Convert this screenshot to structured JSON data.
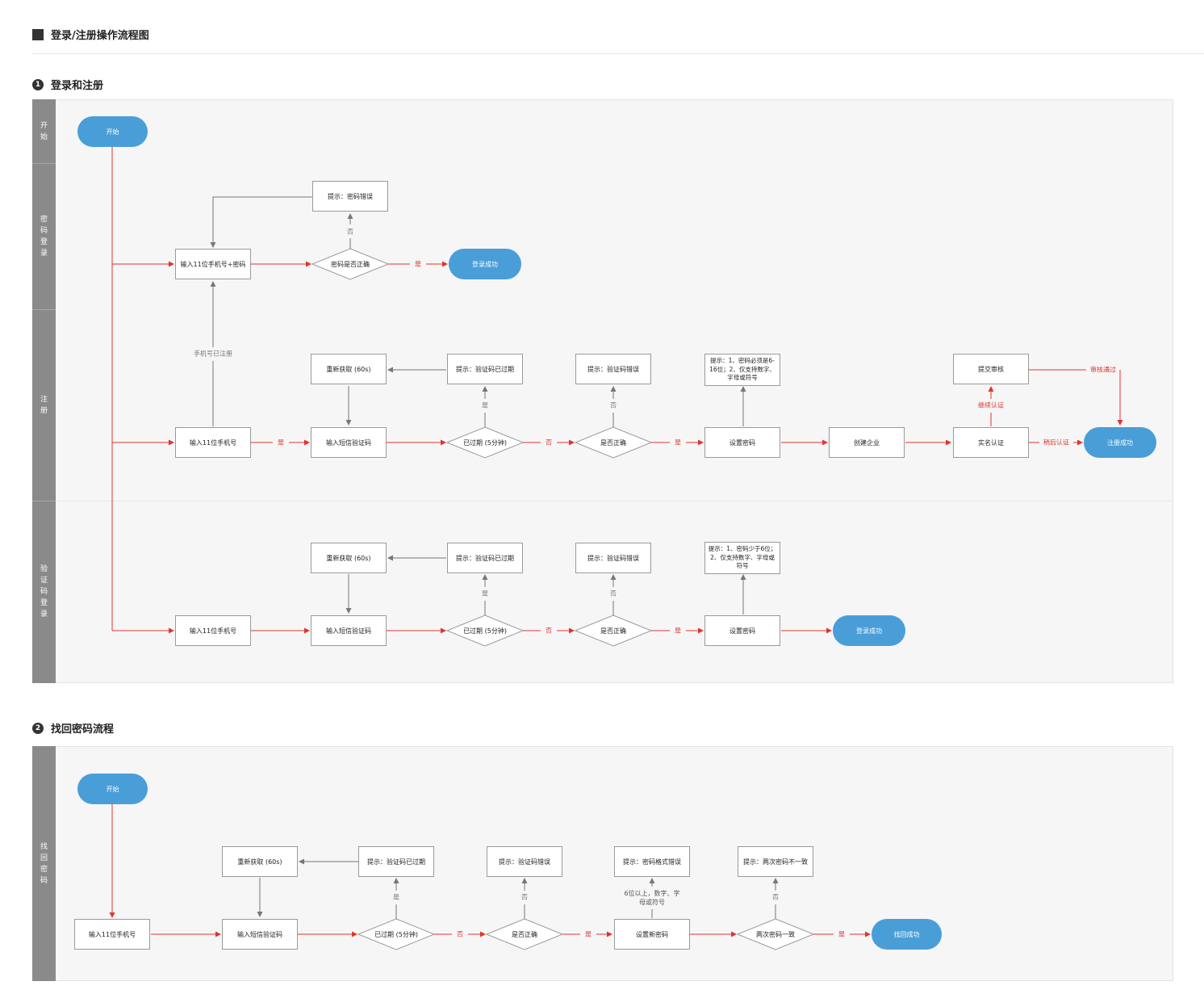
{
  "page_title": "登录/注册操作流程图",
  "sections": [
    {
      "num": "1",
      "title": "登录和注册"
    },
    {
      "num": "2",
      "title": "找回密码流程"
    }
  ],
  "lanes": {
    "start": "开始",
    "password_login": "密码登录",
    "register": "注册",
    "code_login": "验证码登录",
    "recover": "找回密码"
  },
  "nodes": {
    "s1_start": "开始",
    "pw_error_tip": "提示：密码错误",
    "pw_input": "输入11位手机号+密码",
    "pw_check": "密码是否正确",
    "login_success_1": "登录成功",
    "reg_resend": "重新获取 (60s)",
    "reg_expired_tip": "提示：验证码已过期",
    "reg_code_err_tip": "提示：验证码错误",
    "reg_pw_tip": "提示：1、密码必须是6-16位；2、仅支持数字、字母或符号",
    "reg_submit": "提交审核",
    "reg_phone": "输入11位手机号",
    "reg_sms": "输入短信验证码",
    "reg_expired": "已过期 (5分钟)",
    "reg_correct": "是否正确",
    "reg_setpw": "设置密码",
    "reg_company": "创建企业",
    "reg_realname": "实名认证",
    "reg_success": "注册成功",
    "cl_resend": "重新获取 (60s)",
    "cl_expired_tip": "提示：验证码已过期",
    "cl_code_err_tip": "提示：验证码错误",
    "cl_pw_tip": "提示：1、密码少于6位；2、仅支持数字、字母或符号",
    "cl_phone": "输入11位手机号",
    "cl_sms": "输入短信验证码",
    "cl_expired": "已过期 (5分钟)",
    "cl_correct": "是否正确",
    "cl_setpw": "设置密码",
    "login_success_2": "登录成功",
    "s2_start": "开始",
    "rc_resend": "重新获取 (60s)",
    "rc_expired_tip": "提示：验证码已过期",
    "rc_code_err_tip": "提示：验证码错误",
    "rc_fmt_tip": "提示：密码格式错误",
    "rc_mismatch_tip": "提示：两次密码不一致",
    "rc_phone": "输入11位手机号",
    "rc_sms": "输入短信验证码",
    "rc_expired": "已过期 (5分钟)",
    "rc_correct": "是否正确",
    "rc_newpw": "设置新密码",
    "rc_same": "两次密码一致",
    "rc_success": "找回成功"
  },
  "labels": {
    "yes": "是",
    "no": "否",
    "registered": "手机号已注册",
    "continue_auth": "继续认证",
    "approved": "审核通过",
    "later_auth": "稍后认证",
    "pw_rule": "6位以上，数字、字母或符号"
  }
}
